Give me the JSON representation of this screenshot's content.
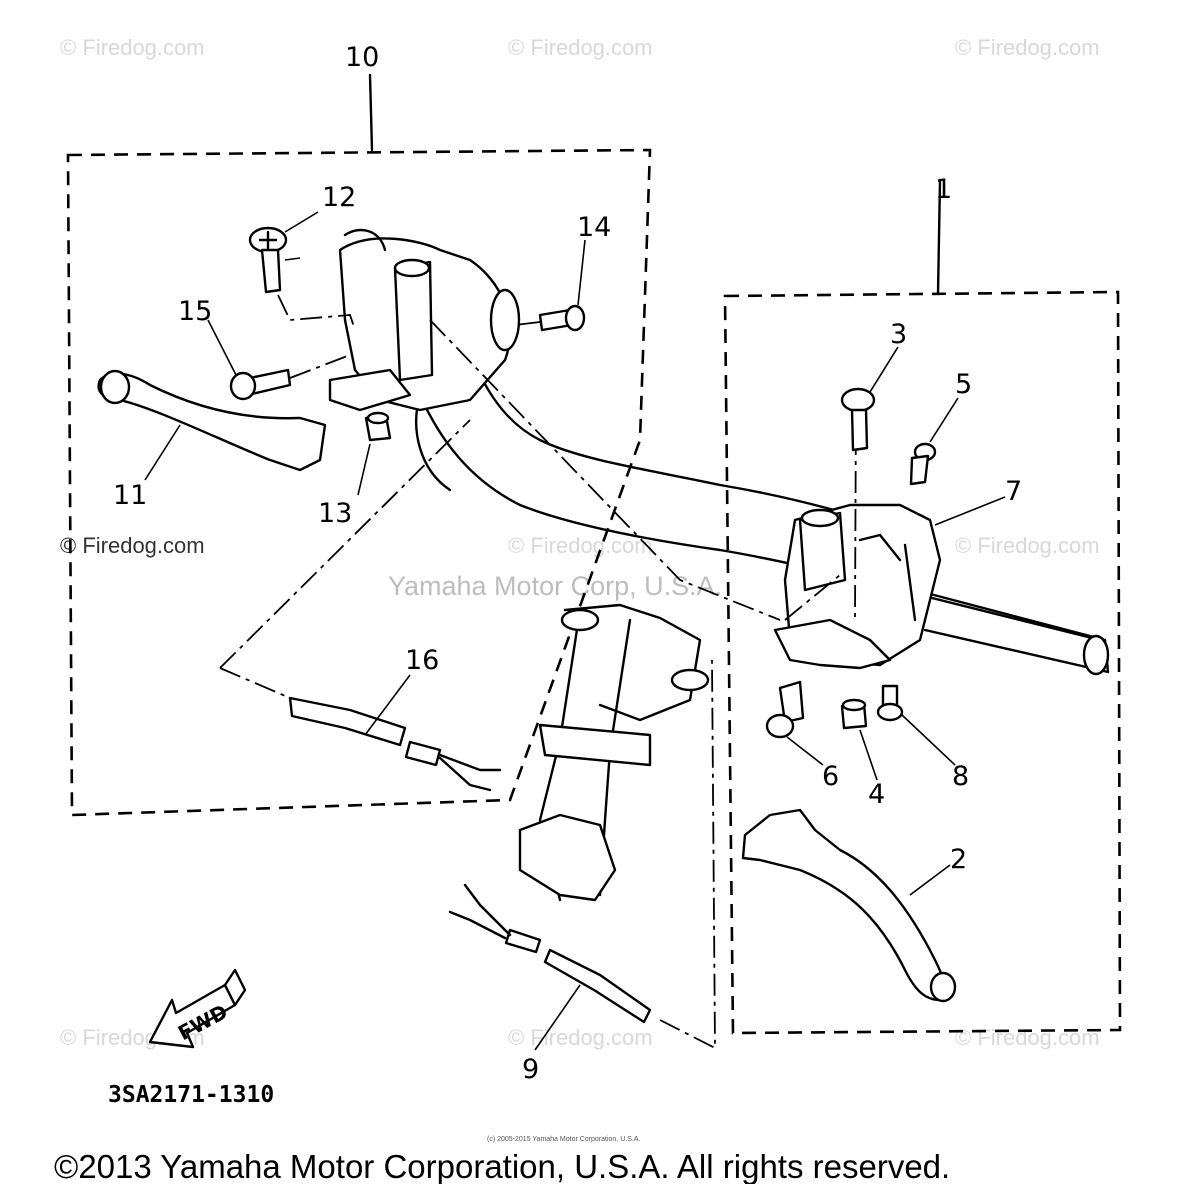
{
  "watermarks": {
    "firedog": "© Firedog.com",
    "center": "Yamaha Motor Corp, U.S.A."
  },
  "callouts": {
    "c1": "1",
    "c2": "2",
    "c3": "3",
    "c4": "4",
    "c5": "5",
    "c6": "6",
    "c7": "7",
    "c8": "8",
    "c9": "9",
    "c10": "10",
    "c11": "11",
    "c12": "12",
    "c13": "13",
    "c14": "14",
    "c15": "15",
    "c16": "16"
  },
  "fwd_label": "FWD",
  "diagram_code": "3SA2171-1310",
  "tiny_notice": "(c) 2005-2015 Yamaha Motor Corporation, U.S.A.",
  "copyright": "©2013 Yamaha Motor Corporation, U.S.A. All rights reserved."
}
